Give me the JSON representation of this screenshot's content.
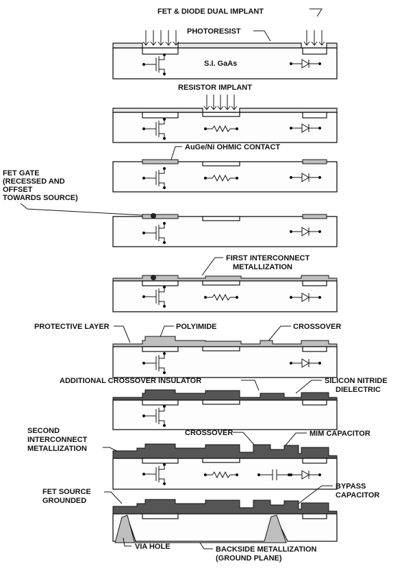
{
  "labels": {
    "implant_dual": "FET & DIODE DUAL  IMPLANT",
    "photoresist": "PHOTORESIST",
    "substrate": "S.I. GaAs",
    "resistor_implant": "RESISTOR IMPLANT",
    "ohmic_contact": "AuGe/Ni OHMIC CONTACT",
    "fet_gate": [
      "FET GATE",
      "(RECESSED AND",
      "OFFSET",
      "TOWARDS SOURCE)"
    ],
    "first_interconnect": [
      "FIRST INTERCONNECT",
      "METALLIZATION"
    ],
    "protective_layer": "PROTECTIVE LAYER",
    "polyimide": "POLYIMIDE",
    "crossover_1": "CROSSOVER",
    "additional_crossover": "ADDITIONAL CROSSOVER INSULATOR",
    "silicon_nitride": [
      "SILICON NITRIDE",
      "DIELECTRIC"
    ],
    "second_interconnect": [
      "SECOND",
      "INTERCONNECT",
      "METALLIZATION"
    ],
    "crossover_2": "CROSSOVER",
    "mim_capacitor": "MIM CAPACITOR",
    "fet_source": [
      "FET SOURCE",
      "GROUNDED"
    ],
    "bypass_capacitor": [
      "BYPASS",
      "CAPACITOR"
    ],
    "via_hole": "VIA HOLE",
    "backside": [
      "BACKSIDE METALLIZATION",
      "(GROUND PLANE)"
    ]
  }
}
